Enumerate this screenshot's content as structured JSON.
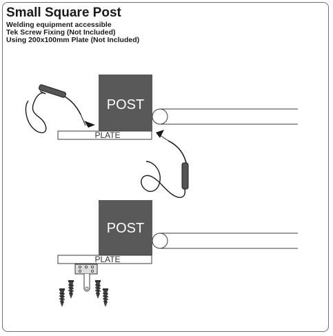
{
  "header": {
    "title": "Small Square Post",
    "lines": [
      "Welding equipment accessible",
      "Tek Screw Fixing (Not Included)",
      "Using 200x100mm Plate (Not Included)"
    ]
  },
  "labels": {
    "post": "POST",
    "plate": "PLATE"
  },
  "colors": {
    "post": "#595959",
    "outline": "#3a3a3a",
    "background": "#ffffff"
  }
}
